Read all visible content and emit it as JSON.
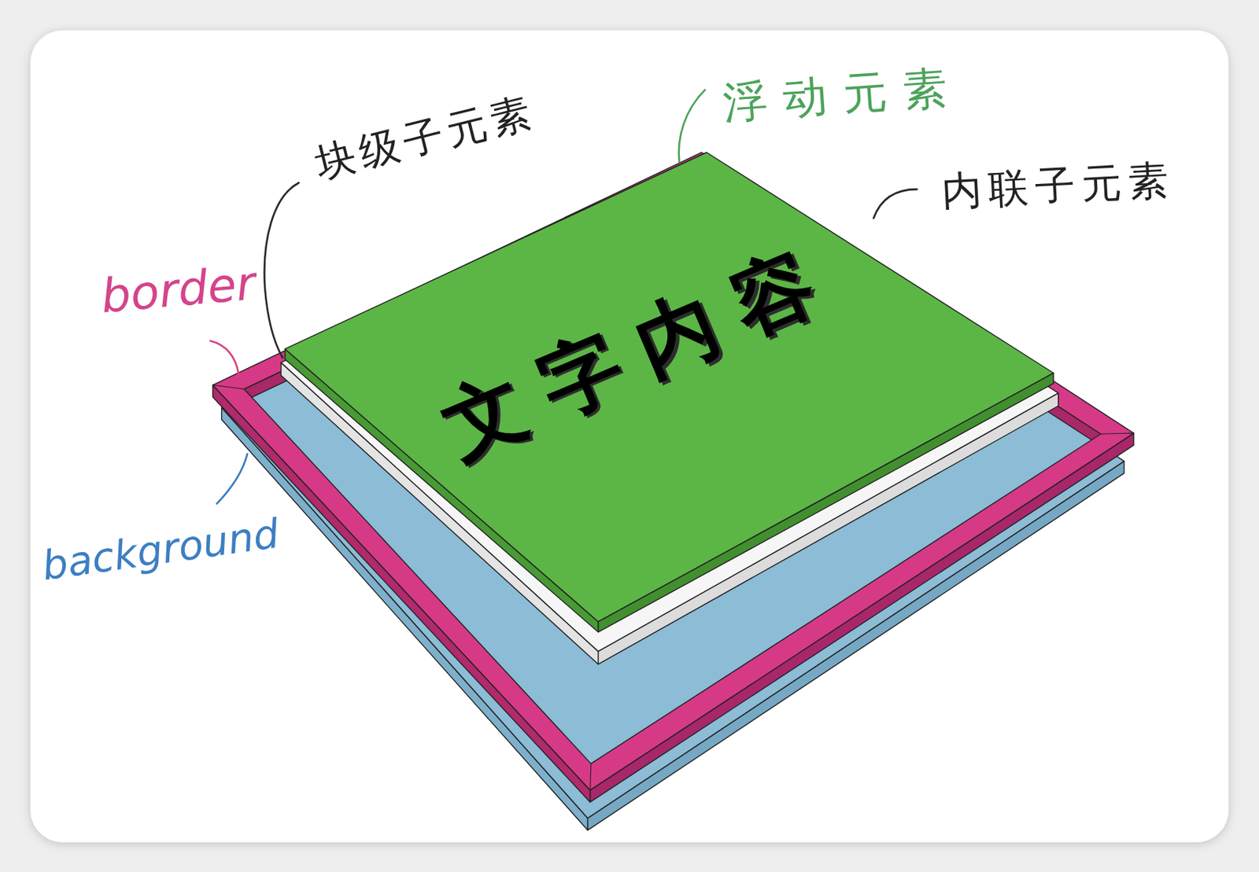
{
  "diagram": {
    "nodes": [
      {
        "text": [
          "文字内容"
        ]
      }
    ],
    "labels": [
      "块级子元素",
      "浮动元素",
      "内联子元素",
      "border",
      "background"
    ]
  }
}
